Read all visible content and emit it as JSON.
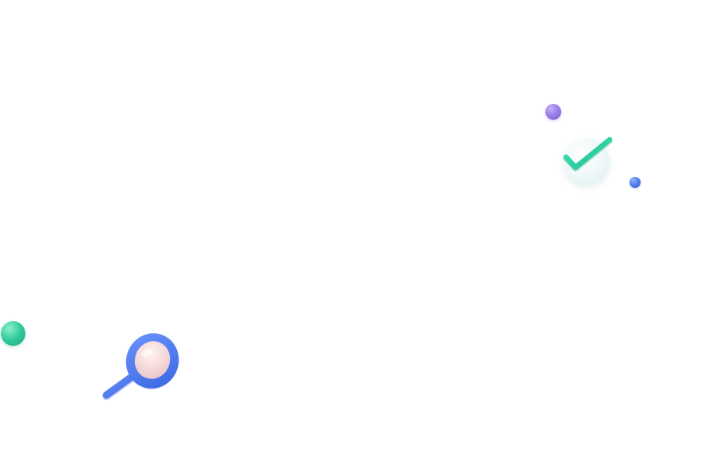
{
  "scene": {
    "background": "#ffffff",
    "decorations": [
      {
        "icon": "purple-orb",
        "color": "#9a7fe6"
      },
      {
        "icon": "blue-orb",
        "color": "#4f7de8"
      },
      {
        "icon": "green-orb",
        "color": "#32c99a"
      },
      {
        "icon": "checkmark-icon",
        "color": "#27d3a2"
      },
      {
        "icon": "magnifier-icon",
        "color": "#4a78ee"
      }
    ]
  }
}
